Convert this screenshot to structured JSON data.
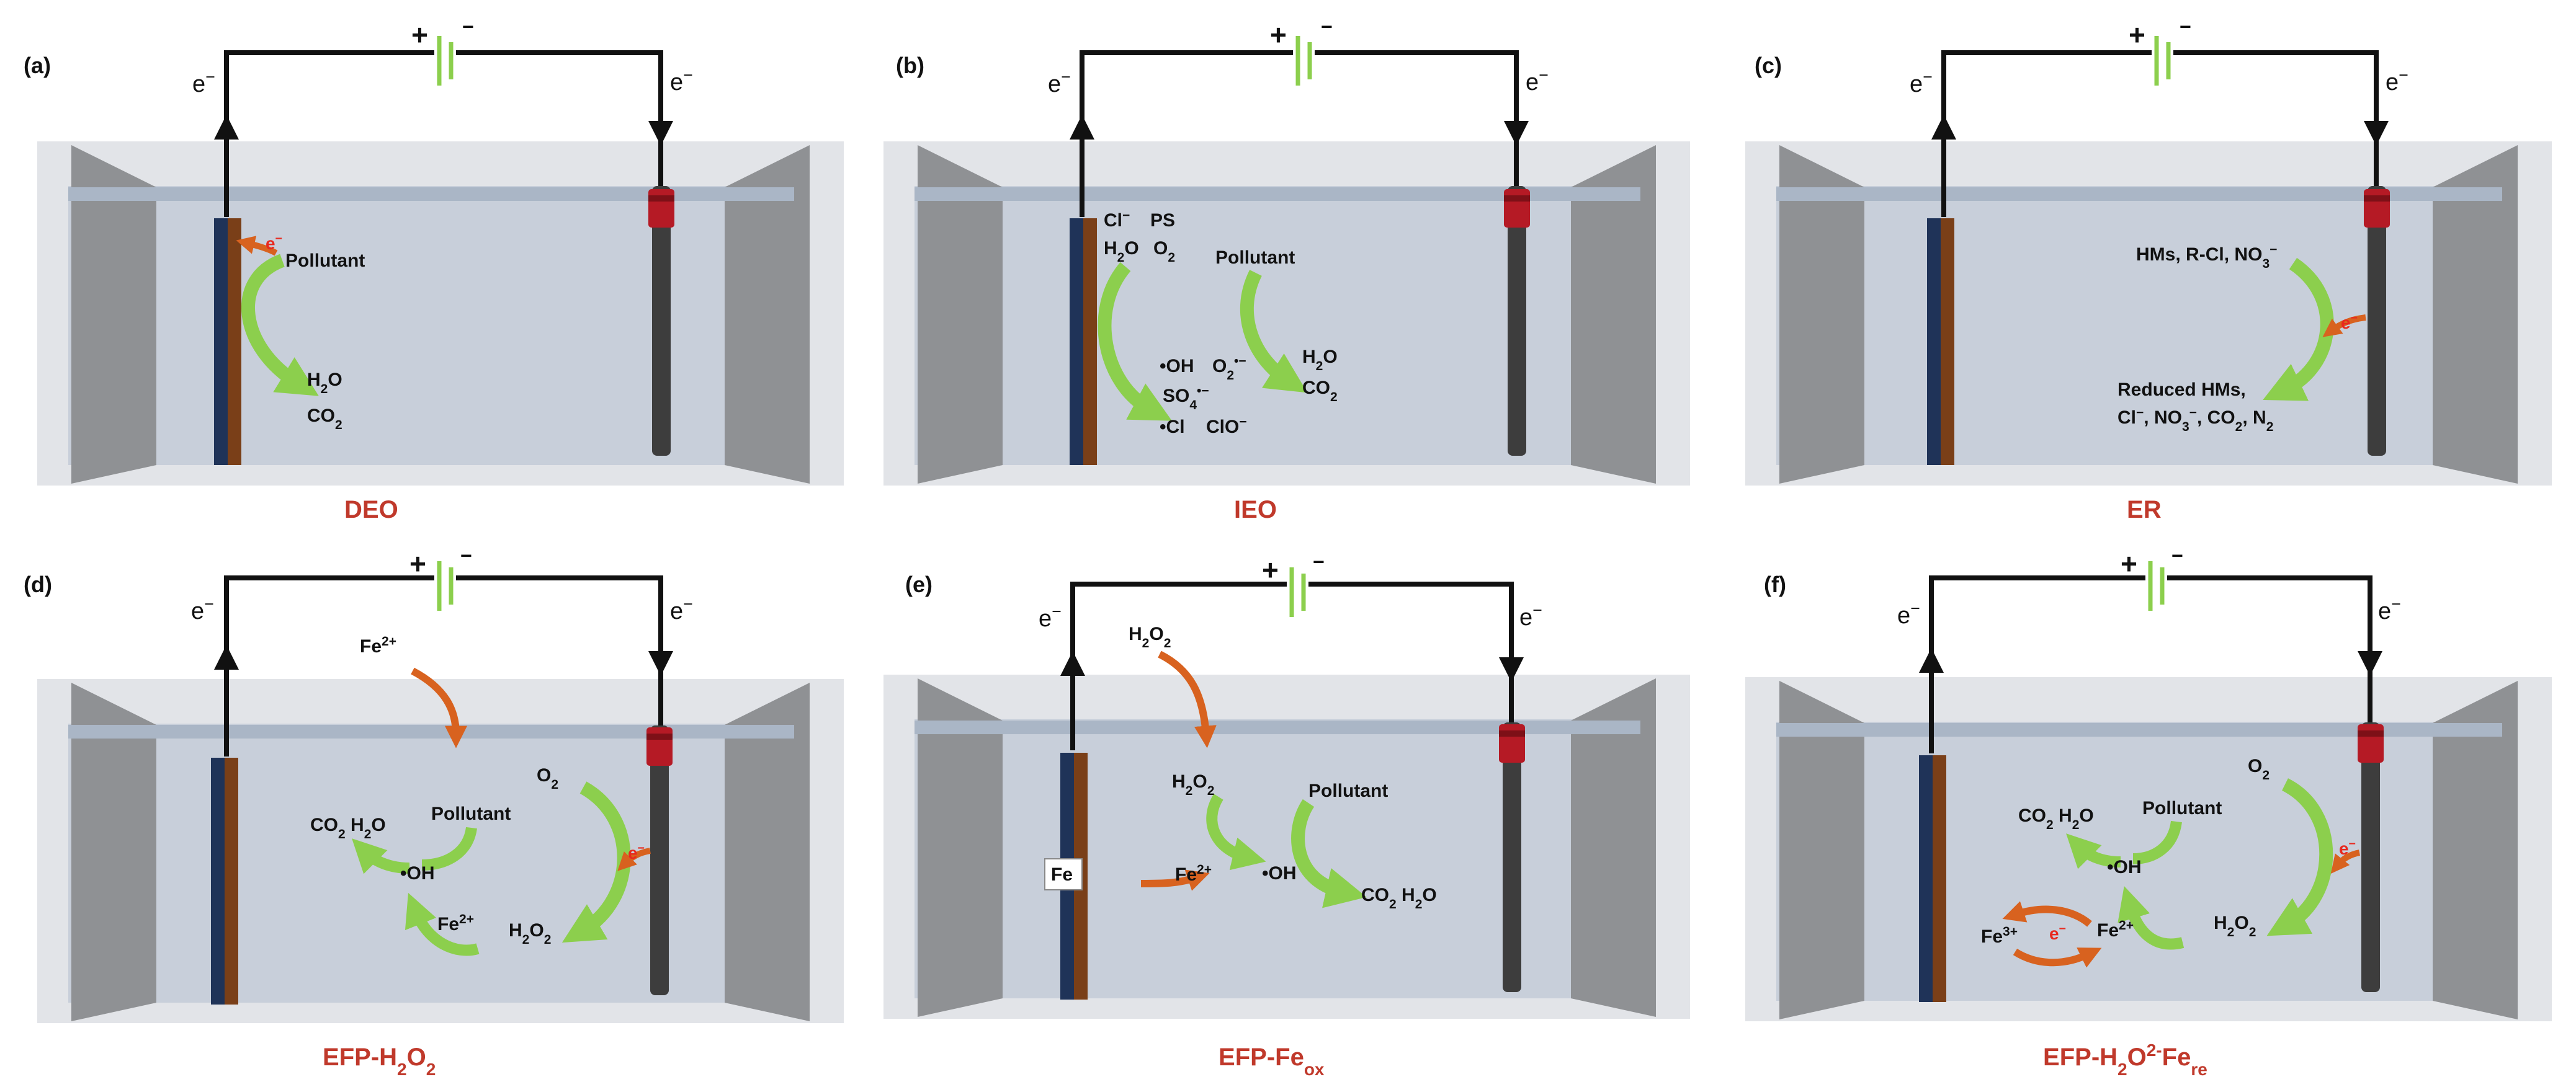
{
  "panels": [
    {
      "label": "(a)",
      "title": "DEO",
      "e_left": "e⁻",
      "e_right": "e⁻",
      "plus": "+",
      "minus": "−",
      "species": {
        "pollutant": "Pollutant",
        "e": "e⁻",
        "h2o": "H2O",
        "co2": "CO2"
      }
    },
    {
      "label": "(b)",
      "title": "IEO",
      "e_left": "e⁻",
      "e_right": "e⁻",
      "plus": "+",
      "minus": "−",
      "species": {
        "cl": "Cl⁻",
        "ps": "PS",
        "h2o": "H2O",
        "o2": "O2",
        "oh": "•OH",
        "o2rad": "O2•−",
        "so4": "SO4•−",
        "clrad": "•Cl",
        "clo": "ClO⁻",
        "pollutant": "Pollutant",
        "p_h2o": "H2O",
        "p_co2": "CO2"
      }
    },
    {
      "label": "(c)",
      "title": "ER",
      "e_left": "e⁻",
      "e_right": "e⁻",
      "plus": "+",
      "minus": "−",
      "species": {
        "reactants": "HMs, R-Cl, NO3⁻",
        "e": "e⁻",
        "products1": "Reduced HMs,",
        "products2": "Cl⁻, NO3⁻, CO2, N2"
      }
    },
    {
      "label": "(d)",
      "title": "EFP-H2O2",
      "e_left": "e⁻",
      "e_right": "e⁻",
      "plus": "+",
      "minus": "−",
      "species": {
        "fe2_top": "Fe2+",
        "o2": "O2",
        "pollutant": "Pollutant",
        "co2h2o": "CO2 H2O",
        "oh": "•OH",
        "fe2": "Fe2+",
        "h2o2": "H2O2",
        "e": "e⁻"
      }
    },
    {
      "label": "(e)",
      "title": "EFP-Feox",
      "e_left": "e⁻",
      "e_right": "e⁻",
      "plus": "+",
      "minus": "−",
      "species": {
        "h2o2_top": "H2O2",
        "h2o2": "H2O2",
        "pollutant": "Pollutant",
        "fe": "Fe",
        "fe2": "Fe2+",
        "oh": "•OH",
        "co2h2o": "CO2 H2O"
      }
    },
    {
      "label": "(f)",
      "title": "EFP-H2O2-Fere",
      "e_left": "e⁻",
      "e_right": "e⁻",
      "plus": "+",
      "minus": "−",
      "species": {
        "o2": "O2",
        "co2h2o": "CO2 H2O",
        "pollutant": "Pollutant",
        "oh": "•OH",
        "e": "e⁻",
        "fe3": "Fe3+",
        "e_mid": "e⁻",
        "fe2": "Fe2+",
        "h2o2": "H2O2"
      }
    }
  ],
  "colors": {
    "green_arrow": "#8ccf4d",
    "orange_arrow": "#d8621f",
    "title_red": "#c0392b",
    "anode_blue": "#1f3358",
    "anode_brown": "#7a3f18",
    "cathode_cap": "#b51a25",
    "cathode_rod": "#3d3d3d"
  }
}
